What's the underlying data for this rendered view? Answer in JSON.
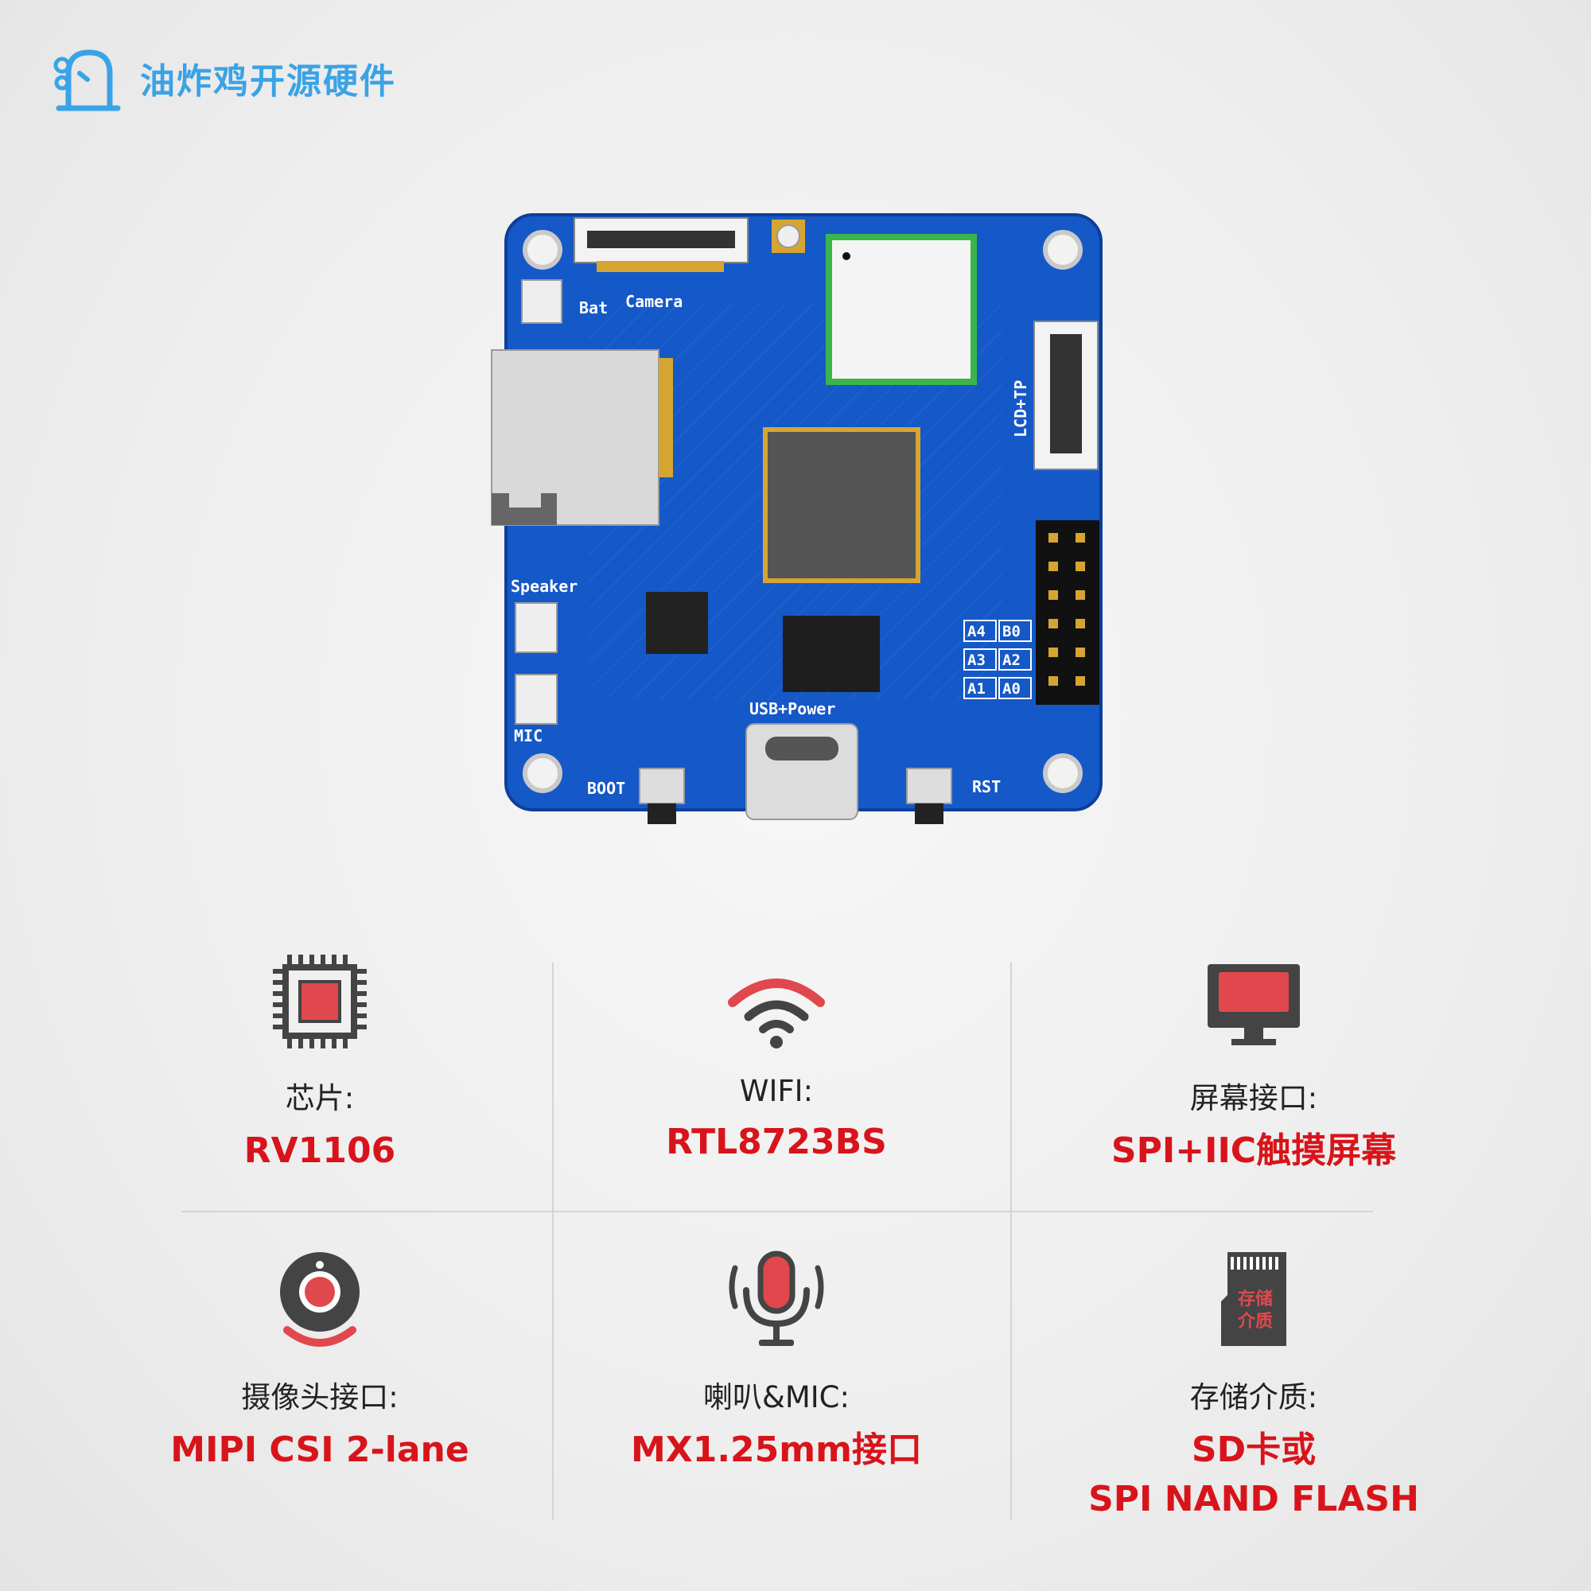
{
  "brand": {
    "name": "油炸鸡开源硬件",
    "color": "#3aa3e6",
    "icon": "chick-logo-icon"
  },
  "board": {
    "color": "#1558c8",
    "labels": {
      "bat": "Bat",
      "camera": "Camera",
      "lcd_tp": "LCD+TP",
      "speaker": "Speaker",
      "mic": "MIC",
      "usb_power": "USB+Power",
      "boot": "BOOT",
      "rst": "RST",
      "pins": [
        "A4",
        "B0",
        "A3",
        "A2",
        "A1",
        "A0"
      ]
    }
  },
  "specs": [
    {
      "icon": "chip-icon",
      "label": "芯片:",
      "value": "RV1106"
    },
    {
      "icon": "wifi-icon",
      "label": "WIFI:",
      "value": "RTL8723BS"
    },
    {
      "icon": "monitor-icon",
      "label": "屏幕接口:",
      "value": "SPI+IIC触摸屏幕"
    },
    {
      "icon": "camera-icon",
      "label": "摄像头接口:",
      "value": "MIPI CSI 2-lane"
    },
    {
      "icon": "microphone-icon",
      "label": "喇叭&MIC:",
      "value": "MX1.25mm接口"
    },
    {
      "icon": "sd-card-icon",
      "label": "存储介质:",
      "value_line1": "SD卡或",
      "value_line2": "SPI NAND FLASH",
      "card_text1": "存储",
      "card_text2": "介质"
    }
  ],
  "colors": {
    "accent": "#d8141b",
    "icon_dark": "#444444",
    "icon_red": "#e0484d"
  }
}
